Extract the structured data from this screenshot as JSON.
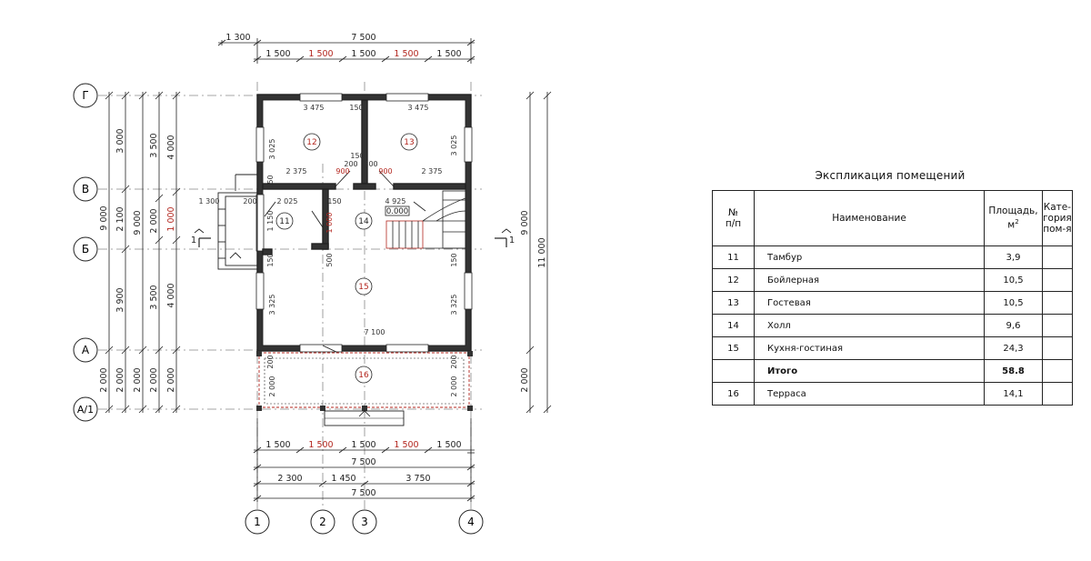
{
  "plan": {
    "axes": {
      "rows": [
        "Г",
        "В",
        "Б",
        "А",
        "А/1"
      ],
      "cols": [
        "1",
        "2",
        "3",
        "4"
      ]
    },
    "top_dims": {
      "overall": "7 500",
      "left_ext": "1 300",
      "segments": [
        "1 500",
        "1 500",
        "1 500",
        "1 500",
        "1 500"
      ]
    },
    "bottom_dims": {
      "segments": [
        "1 500",
        "1 500",
        "1 500",
        "1 500",
        "1 500"
      ],
      "overall_1": "7 500",
      "split": [
        "2 300",
        "1 450",
        "3 750"
      ],
      "overall_2": "7 500"
    },
    "left_dims": {
      "ch1_total": "9 000",
      "ch1_parts": [
        "3 000",
        "2 100",
        "3 900"
      ],
      "ch1_bottom": "2 000",
      "ch2_total": "9 000",
      "ch2_bottom": "2 000",
      "ch3_parts": [
        "3 500",
        "2 000",
        "3 500"
      ],
      "ch3_bottom": "2 000",
      "ch4_parts": [
        "4 000",
        "1 000",
        "4 000"
      ],
      "ch4_bottom": "2 000"
    },
    "right_dims": {
      "inner_total": "9 000",
      "outer_total": "11 000",
      "inner_bottom": "2 000"
    },
    "section_mark": "1",
    "level_mark": "0.000",
    "rooms": [
      "11",
      "12",
      "13",
      "14",
      "15",
      "16"
    ],
    "inner_dims": {
      "w_3475_a": "3 475",
      "w_150_a": "150",
      "w_3475_b": "3 475",
      "h_3025_a": "3 025",
      "h_3025_b": "3 025",
      "w_2375_a": "2 375",
      "w_2375_b": "2 375",
      "door_900_a": "900",
      "door_900_b": "900",
      "w_150_b": "150",
      "w_200_a": "200",
      "w_200_b": "200",
      "w_1300": "1 300",
      "w_200_c": "200",
      "w_2025": "2 025",
      "w_150_c": "150",
      "w_4925": "4 925",
      "h_1150": "1 150",
      "h_1000": "1 000",
      "h_150_a": "150",
      "h_150_b": "150",
      "h_150_c": "150",
      "h_500": "500",
      "h_3325_a": "3 325",
      "h_3325_b": "3 325",
      "w_7100": "7 100",
      "h_200_a": "200",
      "h_200_b": "200",
      "h_2000_a": "2 000",
      "h_2000_b": "2 000"
    }
  },
  "explication": {
    "title": "Экспликация помещений",
    "headers": {
      "num": [
        "№",
        "п/п"
      ],
      "name": "Наименование",
      "area": "Площадь,",
      "area_unit": "м",
      "area_sup": "2",
      "category": [
        "Кате-",
        "гория",
        "пом-я"
      ]
    },
    "rows": [
      {
        "num": "11",
        "name": "Тамбур",
        "area": "3,9",
        "cat": ""
      },
      {
        "num": "12",
        "name": "Бойлерная",
        "area": "10,5",
        "cat": ""
      },
      {
        "num": "13",
        "name": "Гостевая",
        "area": "10,5",
        "cat": ""
      },
      {
        "num": "14",
        "name": "Холл",
        "area": "9,6",
        "cat": ""
      },
      {
        "num": "15",
        "name": "Кухня-гостиная",
        "area": "24,3",
        "cat": ""
      },
      {
        "num": "",
        "name": "Итого",
        "area": "58.8",
        "cat": "",
        "bold": true
      },
      {
        "num": "16",
        "name": "Терраса",
        "area": "14,1",
        "cat": ""
      }
    ]
  },
  "colors": {
    "red_dim": "#b3261e",
    "line": "#222222",
    "thin": "#555555"
  }
}
